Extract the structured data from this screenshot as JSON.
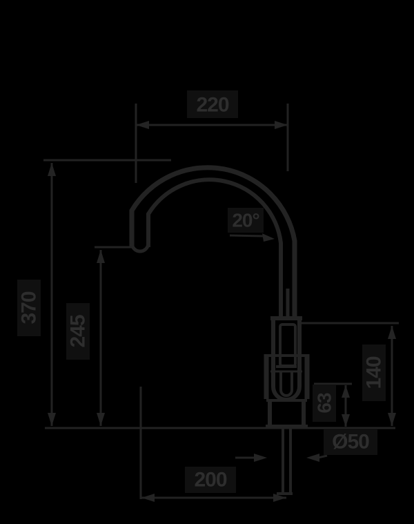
{
  "drawing": {
    "type": "faucet-technical-dimension-drawing",
    "dimensions": {
      "spout_reach_top": "220",
      "total_height": "370",
      "spout_outlet_height": "245",
      "spout_angle": "20°",
      "body_height": "140",
      "spray_head_clearance": "63",
      "base_diameter": "Ø50",
      "outlet_to_inlet_distance": "200"
    },
    "colors": {
      "background": "#000000",
      "line": "#232323",
      "text": "#2e2e2e",
      "label_box": "#101010"
    }
  }
}
